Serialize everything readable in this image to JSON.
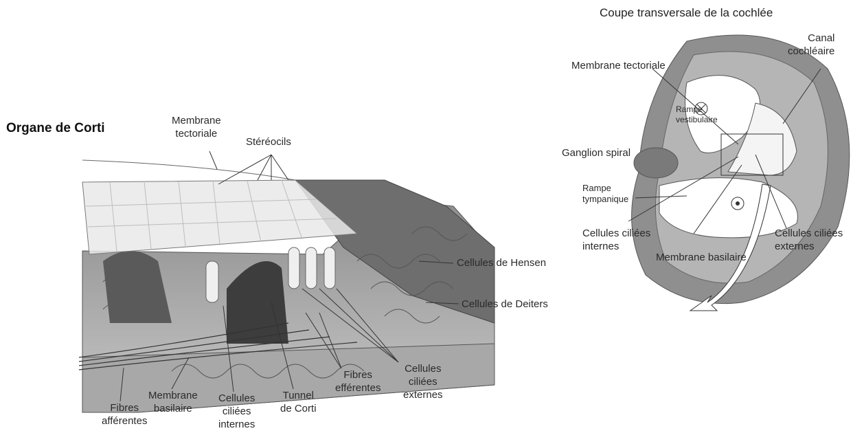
{
  "corti": {
    "title": "Organe de Corti",
    "labels": {
      "membrane_tectoriale": "Membrane\ntectoriale",
      "stereocils": "Stéréocils",
      "cellules_hensen": "Cellules de Hensen",
      "cellules_deiters": "Cellules de Deiters",
      "fibres_afferentes": "Fibres\nafférentes",
      "membrane_basilaire": "Membrane\nbasilaire",
      "cellules_ciliees_internes": "Cellules\nciliées\ninternes",
      "tunnel_corti": "Tunnel\nde Corti",
      "fibres_efferentes": "Fibres\nefférentes",
      "cellules_ciliees_externes": "Cellules\nciliées\nexternes"
    }
  },
  "cochlee": {
    "title": "Coupe transversale de la cochlée",
    "labels": {
      "canal_cochleaire": "Canal\ncochléaire",
      "membrane_tectoriale": "Membrane tectoriale",
      "rampe_vestibulaire": "Rampe\nvestibulaire",
      "ganglion_spiral": "Ganglion spiral",
      "rampe_tympanique": "Rampe\ntympanique",
      "cellules_ciliees_internes": "Cellules ciliées\ninternes",
      "membrane_basilaire": "Membrane basilaire",
      "cellules_ciliees_externes": "Cellules ciliées\nexternes"
    }
  }
}
